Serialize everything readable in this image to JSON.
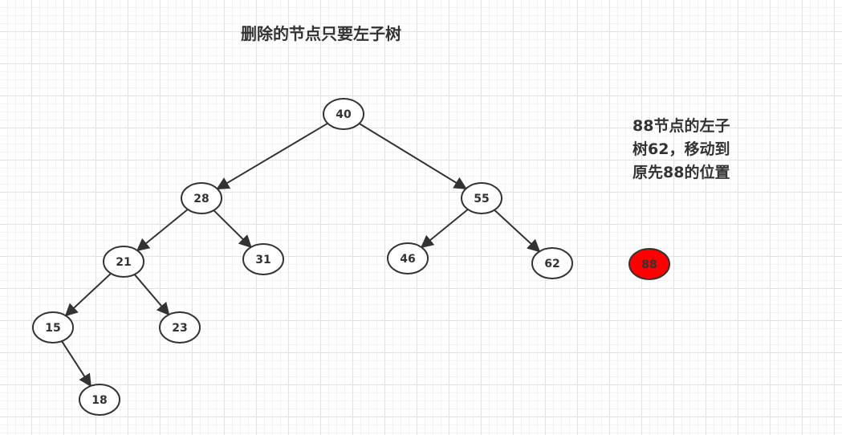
{
  "title": "删除的节点只要左子树",
  "note": {
    "lines": [
      "88节点的左子",
      "树62，移动到",
      "原先88的位置"
    ]
  },
  "colors": {
    "node_fill": "#ffffff",
    "node_stroke": "#333333",
    "deleted_fill": "#ff0000",
    "edge": "#333333",
    "text": "#333333"
  },
  "nodes": [
    {
      "id": "n40",
      "label": "40"
    },
    {
      "id": "n28",
      "label": "28"
    },
    {
      "id": "n55",
      "label": "55"
    },
    {
      "id": "n21",
      "label": "21"
    },
    {
      "id": "n31",
      "label": "31"
    },
    {
      "id": "n46",
      "label": "46"
    },
    {
      "id": "n62",
      "label": "62"
    },
    {
      "id": "n15",
      "label": "15"
    },
    {
      "id": "n23",
      "label": "23"
    },
    {
      "id": "n18",
      "label": "18"
    },
    {
      "id": "n88",
      "label": "88",
      "deleted": true
    }
  ],
  "edges": [
    {
      "from": "n40",
      "to": "n28"
    },
    {
      "from": "n40",
      "to": "n55"
    },
    {
      "from": "n28",
      "to": "n21"
    },
    {
      "from": "n28",
      "to": "n31"
    },
    {
      "from": "n55",
      "to": "n46"
    },
    {
      "from": "n55",
      "to": "n62"
    },
    {
      "from": "n21",
      "to": "n15"
    },
    {
      "from": "n21",
      "to": "n23"
    },
    {
      "from": "n15",
      "to": "n18"
    }
  ]
}
